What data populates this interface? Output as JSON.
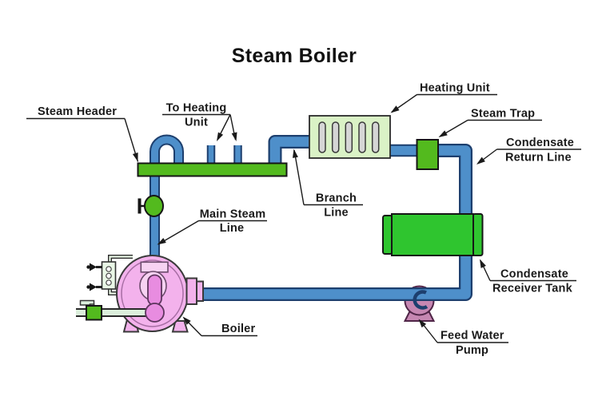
{
  "title": "Steam Boiler",
  "labels": {
    "steam_header": "Steam Header",
    "to_heating_unit_1": "To Heating",
    "to_heating_unit_2": "Unit",
    "heating_unit": "Heating Unit",
    "steam_trap": "Steam Trap",
    "condensate_return_1": "Condensate",
    "condensate_return_2": "Return Line",
    "branch_line_1": "Branch",
    "branch_line_2": "Line",
    "main_steam_1": "Main Steam",
    "main_steam_2": "Line",
    "boiler": "Boiler",
    "condensate_tank_1": "Condensate",
    "condensate_tank_2": "Receiver Tank",
    "feed_pump_1": "Feed Water",
    "feed_pump_2": "Pump"
  },
  "colors": {
    "pipe_fill": "#4e8fca",
    "pipe_outline": "#1d3f6e",
    "header_green": "#53ba1e",
    "tank_green": "#2fc52f",
    "unit_pale_green": "#daf2c6",
    "slot_gray": "#d6d6d6",
    "boiler_pink": "#f3b2ec",
    "boiler_light_pink": "#f7d2f2",
    "boiler_dark_pink": "#e88ce0",
    "pump_mauve": "#c687b2",
    "feed_pipe_pale": "#dcefdc",
    "line_black": "#1a1a1a",
    "background": "#ffffff"
  }
}
